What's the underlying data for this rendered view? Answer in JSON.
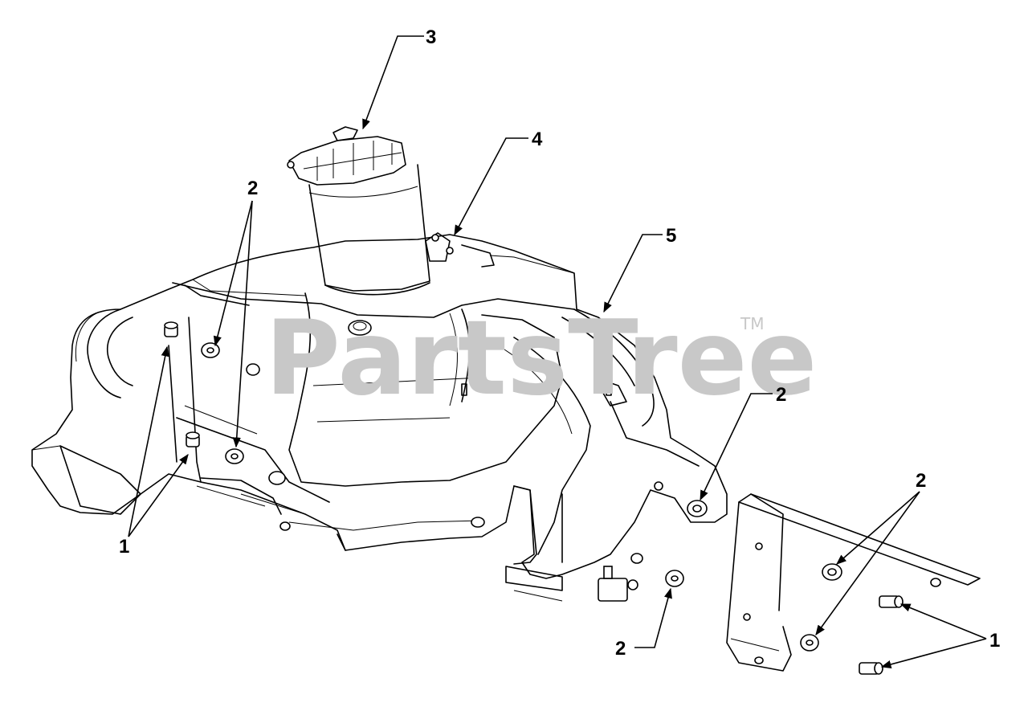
{
  "watermark": {
    "text": "PartsTree",
    "trademark": "TM"
  },
  "callouts": {
    "c1_left": {
      "label": "1"
    },
    "c1_right": {
      "label": "1"
    },
    "c2_topleft": {
      "label": "2"
    },
    "c2_mid": {
      "label": "2"
    },
    "c2_right": {
      "label": "2"
    },
    "c2_bottom": {
      "label": "2"
    },
    "c3": {
      "label": "3"
    },
    "c4": {
      "label": "4"
    },
    "c5": {
      "label": "5"
    }
  }
}
